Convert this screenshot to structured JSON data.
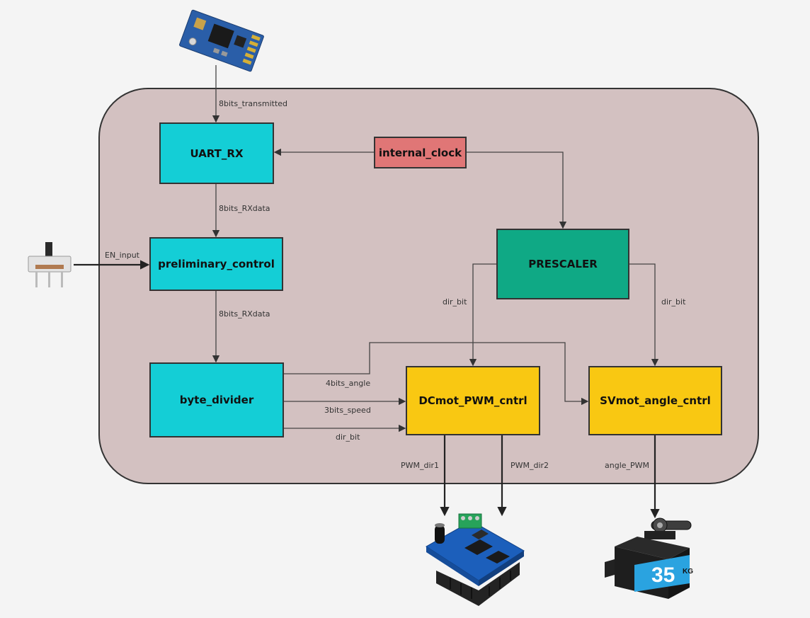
{
  "blocks": {
    "uart_rx": "UART_RX",
    "internal_clock": "internal_clock",
    "preliminary_control": "preliminary_control",
    "prescaler": "PRESCALER",
    "byte_divider": "byte_divider",
    "dcmot": "DCmot_PWM_cntrl",
    "svmot": "SVmot_angle_cntrl"
  },
  "signals": {
    "bits_transmitted": "8bits_transmitted",
    "rxdata_1": "8bits_RXdata",
    "rxdata_2": "8bits_RXdata",
    "en_input": "EN_input",
    "dir_bit_left": "dir_bit",
    "dir_bit_right": "dir_bit",
    "angle": "4bits_angle",
    "speed": "3bits_speed",
    "dir_bit_bottom": "dir_bit",
    "pwm_dir1": "PWM_dir1",
    "pwm_dir2": "PWM_dir2",
    "angle_pwm": "angle_PWM"
  },
  "devices": {
    "uart_module": "uart-module-icon",
    "switch": "slide-switch-icon",
    "motor_driver": "motor-driver-icon",
    "servo": "servo-motor-icon",
    "servo_badge": "35"
  },
  "colors": {
    "container": "#d3c1c1",
    "cyan_block": "#14ced6",
    "teal_block": "#0fa985",
    "yellow_block": "#f9c812",
    "clock_block": "#e07676"
  }
}
